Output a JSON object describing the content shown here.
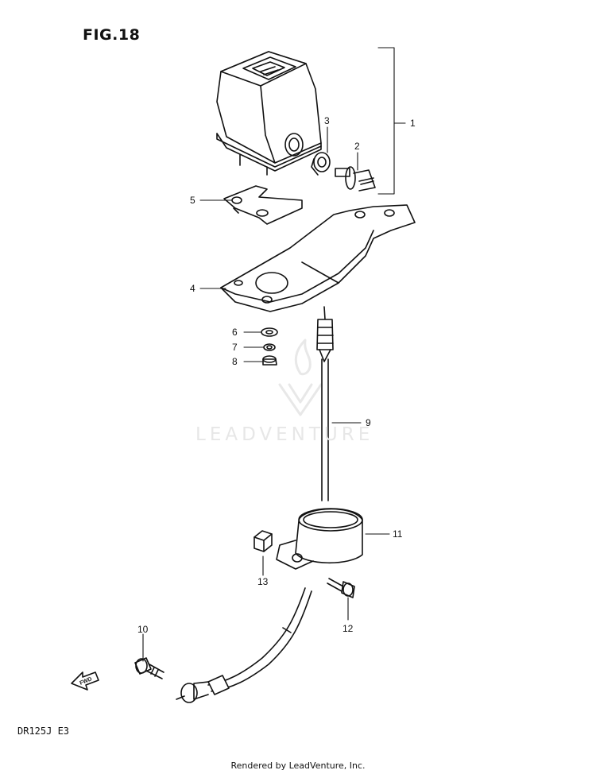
{
  "figure": {
    "title": "FIG.18",
    "model_code": "DR125J  E3",
    "footer": "Rendered by LeadVenture, Inc.",
    "watermark": "LEADVENTURE",
    "direction_arrow": "FWD"
  },
  "callouts": [
    {
      "ref": "1",
      "part": "speedometer-assembly"
    },
    {
      "ref": "2",
      "part": "drive-gear-fitting"
    },
    {
      "ref": "3",
      "part": "grommet"
    },
    {
      "ref": "4",
      "part": "meter-bracket"
    },
    {
      "ref": "5",
      "part": "meter-stay-plate"
    },
    {
      "ref": "6",
      "part": "washer"
    },
    {
      "ref": "7",
      "part": "lock-washer"
    },
    {
      "ref": "8",
      "part": "nut"
    },
    {
      "ref": "9",
      "part": "speedometer-cable"
    },
    {
      "ref": "10",
      "part": "bolt"
    },
    {
      "ref": "11",
      "part": "cable-clamp"
    },
    {
      "ref": "12",
      "part": "bolt"
    },
    {
      "ref": "13",
      "part": "nut"
    }
  ],
  "colors": {
    "line": "#111111",
    "watermark": "#e7e7e7",
    "background": "#ffffff"
  }
}
